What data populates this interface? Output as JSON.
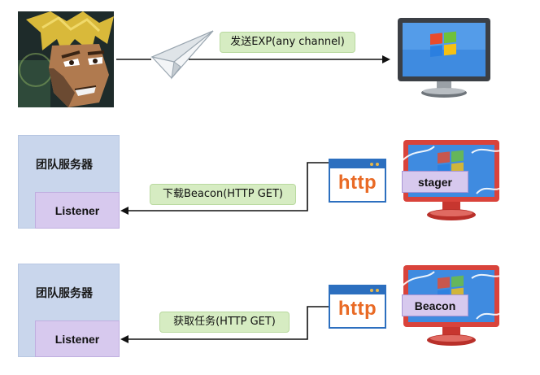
{
  "row1": {
    "attacker_avatar": "attacker-avatar",
    "arrow_label": "发送EXP(any channel)",
    "target_icon": "windows-monitor-icon"
  },
  "row2": {
    "team_server_label": "团队服务器",
    "listener_label": "Listener",
    "arrow_label": "下载Beacon(HTTP GET)",
    "http_label": "http",
    "victim_tag": "stager"
  },
  "row3": {
    "team_server_label": "团队服务器",
    "listener_label": "Listener",
    "arrow_label": "获取任务(HTTP GET)",
    "http_label": "http",
    "victim_tag": "Beacon"
  },
  "colors": {
    "team_box": "#c9d6ec",
    "listener_box": "#d7c9ee",
    "label_green": "#d6ecc2",
    "http_blue": "#2c6fbf",
    "http_text": "#e96a25",
    "compromised_monitor": "#d9433b"
  }
}
